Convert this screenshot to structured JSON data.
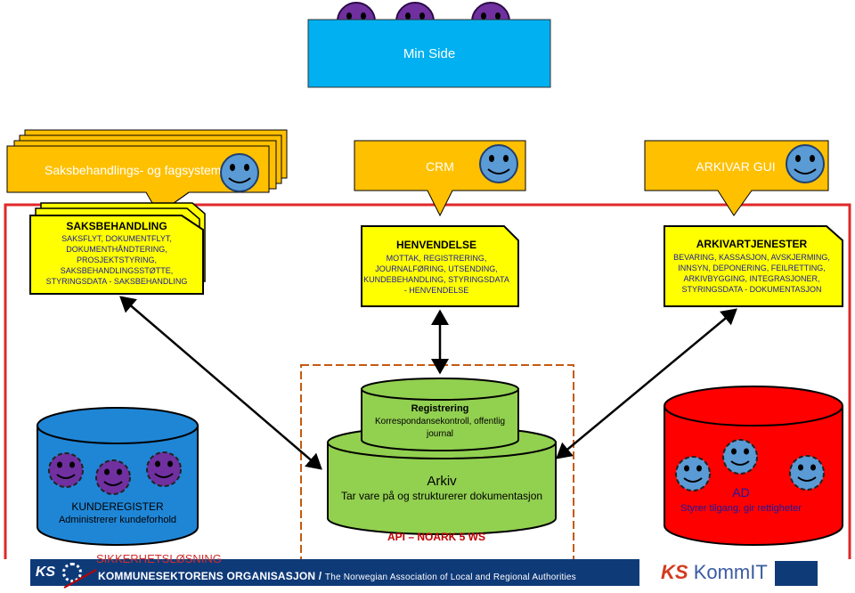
{
  "min_side": {
    "label": "Min Side"
  },
  "top_boxes": {
    "saks": {
      "label": "Saksbehandlings- og fagsystemer"
    },
    "crm": {
      "label": "CRM"
    },
    "arkivar": {
      "label": "ARKIVAR GUI"
    }
  },
  "modules": {
    "saksbehandling": {
      "title": "SAKSBEHANDLING",
      "lines": [
        "SAKSFLYT, DOKUMENTFLYT,",
        "DOKUMENTHÅNDTERING,",
        "PROSJEKTSTYRING,",
        "SAKSBEHANDLINGSSTØTTE,",
        "STYRINGSDATA - SAKSBEHANDLING"
      ]
    },
    "henvendelse": {
      "title": "HENVENDELSE",
      "lines": [
        "MOTTAK, REGISTRERING,",
        "JOURNALFØRING, UTSENDING,",
        "KUNDEBEHANDLING, STYRINGSDATA",
        "- HENVENDELSE"
      ]
    },
    "arkivartjenester": {
      "title": "ARKIVARTJENESTER",
      "lines": [
        "BEVARING, KASSASJON, AVSKJERMING,",
        "INNSYN, DEPONERING, FEILRETTING,",
        "ARKIVBYGGING, INTEGRASJONER,",
        "STYRINGSDATA - DOKUMENTASJON"
      ]
    }
  },
  "registrering": {
    "title": "Registrering",
    "lines": [
      "Korrespondansekontroll, offentlig",
      "journal"
    ]
  },
  "arkiv": {
    "title": "Arkiv",
    "subtitle": "Tar vare på og strukturerer dokumentasjon"
  },
  "api_label": "API – NOARK 5 WS",
  "kundereg": {
    "title": "KUNDEREGISTER",
    "subtitle": "Administrerer kundeforhold"
  },
  "ad": {
    "title": "AD",
    "subtitle": "Styrer tilgang, gir rettigheter"
  },
  "sikkerhet": "SIKKERHETSLØSNING",
  "footer": {
    "ks": "KS",
    "org": "KOMMUNESEKTORENS ORGANISASJON /",
    "org_en": "The Norwegian Association of Local and Regional Authorities",
    "kommit_prefix": "KS",
    "kommit": "KommIT"
  },
  "colors": {
    "yellow": "#ffff00",
    "orange": "#ffc000",
    "cyan": "#00b0f0",
    "green": "#92d050",
    "red": "#ff0000",
    "blue_db": "#1f86d6",
    "purple": "#7030a0",
    "smiley_blue": "#5a9bd5",
    "frame_red": "#e0282a",
    "footer_navy": "#0f3a78"
  }
}
